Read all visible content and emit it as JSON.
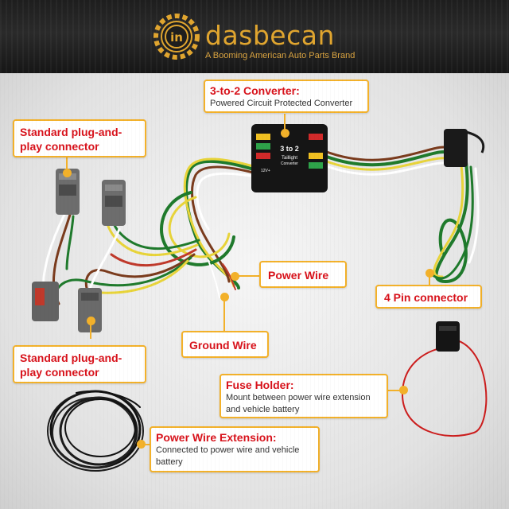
{
  "brand": {
    "logo_text": "in",
    "name": "dasbecan",
    "tagline": "A Booming American Auto Parts Brand"
  },
  "converter_box": {
    "label_line1": "3 to 2",
    "label_line2": "Taillight",
    "label_line3": "Converter",
    "voltage": "12V+"
  },
  "callouts": {
    "converter": {
      "title": "3-to-2 Converter:",
      "desc": "Powered Circuit Protected Converter"
    },
    "plug_top": {
      "title_line1": "Standard plug-and-",
      "title_line2": "play connector"
    },
    "plug_bottom": {
      "title_line1": "Standard plug-and-",
      "title_line2": "play connector"
    },
    "power_wire": {
      "title": "Power Wire"
    },
    "four_pin": {
      "title": "4 Pin connector"
    },
    "ground_wire": {
      "title": "Ground Wire"
    },
    "fuse_holder": {
      "title": "Fuse Holder:",
      "desc_line1": "Mount between power wire extension",
      "desc_line2": "and vehicle battery"
    },
    "extension": {
      "title": "Power Wire Extension:",
      "desc_line1": "Connected to power wire and vehicle",
      "desc_line2": "battery"
    }
  },
  "colors": {
    "accent": "#f3b12a",
    "title_red": "#d8121b",
    "header_bg": "#1e1e1e",
    "brand_gold": "#e0a52f"
  }
}
